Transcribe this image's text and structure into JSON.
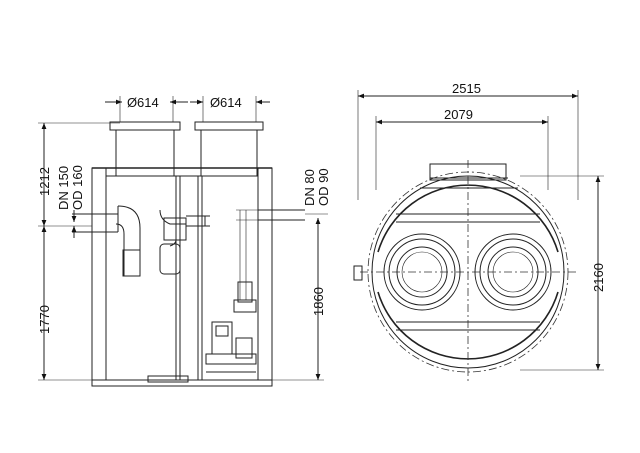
{
  "dimensions": {
    "left_view": {
      "top_width_1": "614",
      "top_width_2": "614",
      "dia_symbol": "Ø",
      "height_top": "1212",
      "height_bottom": "1770",
      "inlet_dn": "DN 150",
      "inlet_od": "OD 160",
      "outlet_dn": "DN 80",
      "outlet_od": "OD 90",
      "height_right": "1860"
    },
    "right_view": {
      "overall_width": "2515",
      "inner_width": "2079",
      "overall_height": "2160"
    }
  }
}
